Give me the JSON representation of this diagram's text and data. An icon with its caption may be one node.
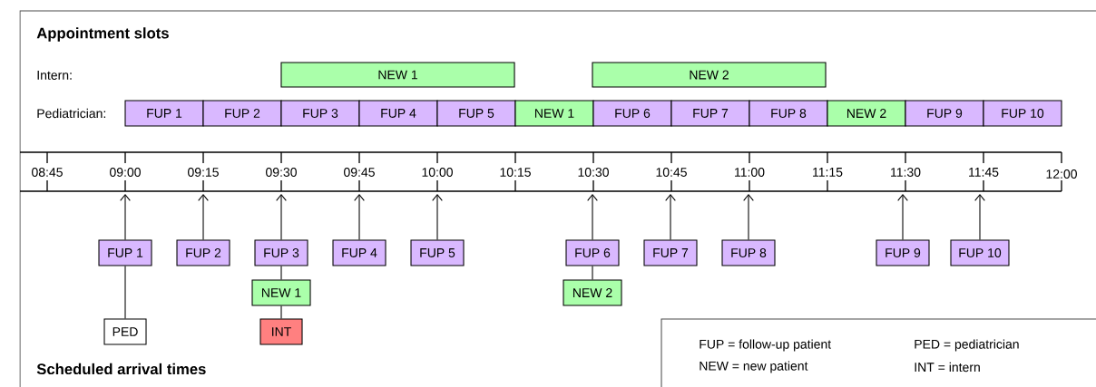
{
  "diagram": {
    "title": "Appointment slots",
    "nodes": [
      {
        "text": [
          "NEW 1"
        ]
      },
      {
        "text": [
          "NEW 2"
        ]
      },
      {
        "text": [
          "FUP 1"
        ]
      },
      {
        "text": [
          "FUP 2"
        ]
      },
      {
        "text": [
          "FUP 3"
        ]
      },
      {
        "text": [
          "FUP 4"
        ]
      },
      {
        "text": [
          "FUP 5"
        ]
      },
      {
        "text": [
          "NEW 1"
        ]
      },
      {
        "text": [
          "FUP 6"
        ]
      },
      {
        "text": [
          "FUP 7"
        ]
      },
      {
        "text": [
          "FUP 8"
        ]
      },
      {
        "text": [
          "NEW 2"
        ]
      },
      {
        "text": [
          "FUP 9"
        ]
      },
      {
        "text": [
          "FUP 10"
        ]
      },
      {
        "text": [
          "FUP 1"
        ]
      },
      {
        "text": [
          "FUP 2"
        ]
      },
      {
        "text": [
          "FUP 3"
        ]
      },
      {
        "text": [
          "FUP 4"
        ]
      },
      {
        "text": [
          "FUP 5"
        ]
      },
      {
        "text": [
          "FUP 6"
        ]
      },
      {
        "text": [
          "FUP 7"
        ]
      },
      {
        "text": [
          "FUP 8"
        ]
      },
      {
        "text": [
          "FUP 9"
        ]
      },
      {
        "text": [
          "FUP 10"
        ]
      },
      {
        "text": [
          "NEW 1"
        ]
      },
      {
        "text": [
          "INT"
        ]
      },
      {
        "text": [
          "PED"
        ]
      },
      {
        "text": [
          "NEW 2"
        ]
      },
      {
        "text": [
          "FUP = follow-up patient",
          "PED = pediatrician",
          "NEW = new patient",
          "INT = intern"
        ]
      },
      {
        "text": [],
        "shape": "bar"
      }
    ],
    "edges": [
      {
        "from": 14,
        "to": 29,
        "arrow": "to"
      },
      {
        "from": 15,
        "to": 29,
        "arrow": "to"
      },
      {
        "from": 16,
        "to": 29,
        "arrow": "to"
      },
      {
        "from": 17,
        "to": 29,
        "arrow": "to"
      },
      {
        "from": 18,
        "to": 29,
        "arrow": "to"
      },
      {
        "from": 19,
        "to": 29,
        "arrow": "to"
      },
      {
        "from": 20,
        "to": 29,
        "arrow": "to"
      },
      {
        "from": 21,
        "to": 29,
        "arrow": "to"
      },
      {
        "from": 22,
        "to": 29,
        "arrow": "to"
      },
      {
        "from": 23,
        "to": 29,
        "arrow": "to"
      },
      {
        "from": 14,
        "to": 26,
        "arrow": "none"
      },
      {
        "from": 16,
        "to": 24,
        "arrow": "none"
      },
      {
        "from": 24,
        "to": 25,
        "arrow": "none"
      },
      {
        "from": 19,
        "to": 27,
        "arrow": "none"
      }
    ],
    "labels": [
      "Intern:",
      "Pediatrician:",
      "08:45",
      "09:00",
      "09:15",
      "09:30",
      "09:45",
      "10:00",
      "10:15",
      "10:30",
      "10:45",
      "11:00",
      "11:15",
      "11:30",
      "11:45",
      "12:00",
      "Scheduled arrival times"
    ]
  }
}
